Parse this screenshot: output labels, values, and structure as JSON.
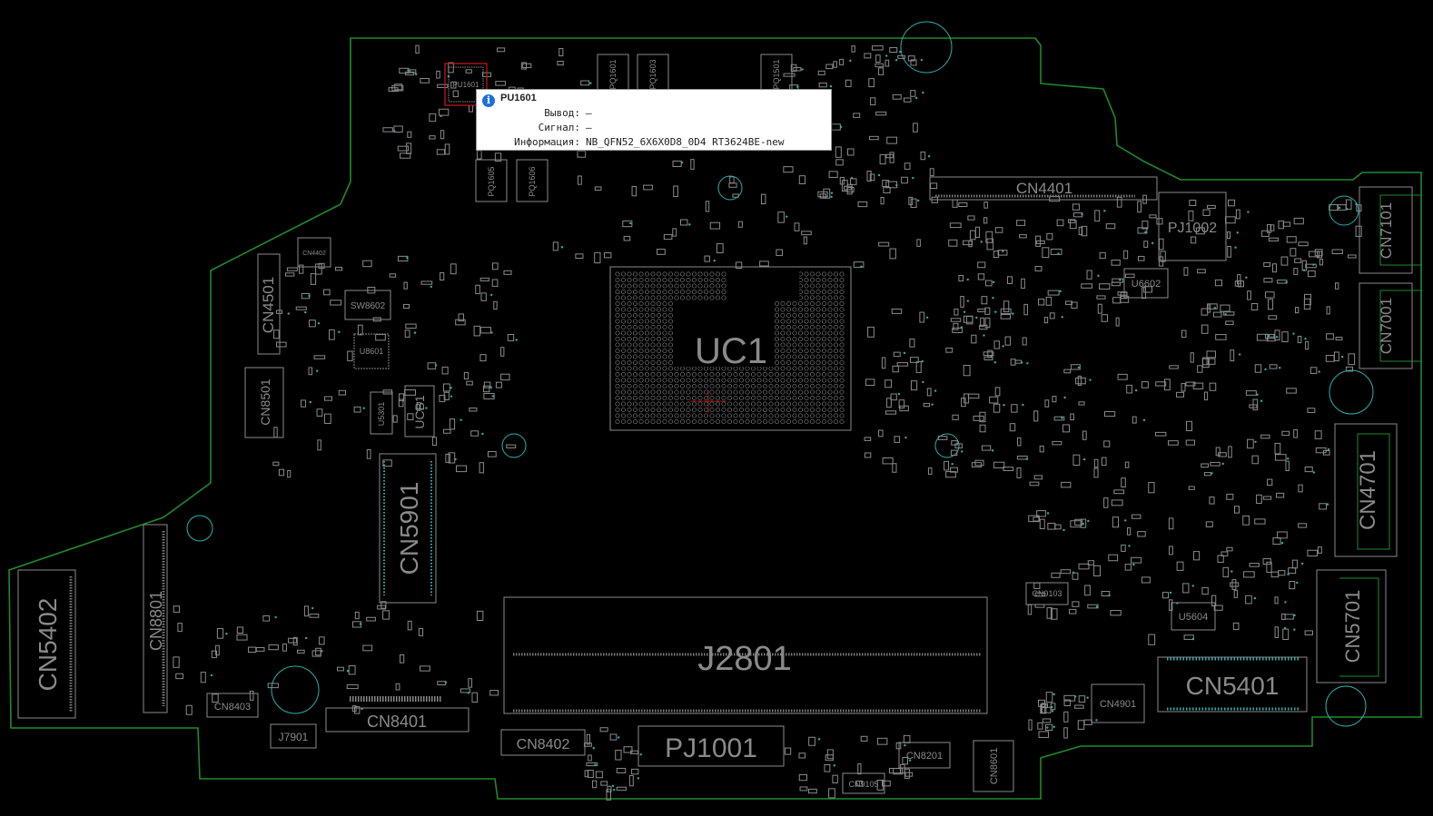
{
  "tooltip": {
    "title": "PU1601",
    "rows": [
      {
        "key": "Вывод:",
        "value": "—"
      },
      {
        "key": "Сигнал:",
        "value": "—"
      },
      {
        "key": "Информация:",
        "value": "NB_QFN52_6X6X0D8_0D4 RT3624BE-new"
      }
    ]
  },
  "colors": {
    "background": "#000000",
    "board_outline": "#1f8a2c",
    "component": "#8a8a8a",
    "via": "#2bb0b0",
    "highlight": "#d01818"
  },
  "components": {
    "uc1": "UC1",
    "j2801": "J2801",
    "pj1001": "PJ1001",
    "pj1002": "PJ1002",
    "cn5402": "CN5402",
    "cn8801": "CN8801",
    "cn5901": "CN5901",
    "cn4501": "CN4501",
    "cn8501": "CN8501",
    "cn4401": "CN4401",
    "cn7101": "CN7101",
    "cn7001": "CN7001",
    "cn4701": "CN4701",
    "cn5701": "CN5701",
    "cn5401": "CN5401",
    "cn8401": "CN8401",
    "cn8402": "CN8402",
    "cn8403": "CN8403",
    "j7901": "J7901",
    "cn4901": "CN4901",
    "cn8201": "CN8201",
    "cn8601": "CN8601",
    "cn9105": "CN9105",
    "cn9103": "CN9103",
    "sw8602": "SW8602",
    "u8601": "U8601",
    "cn4402": "CN4402",
    "u5301": "U5301",
    "ucb1": "UCB1",
    "u6602": "U6602",
    "u5604": "U5604",
    "pu1601": "PU1601",
    "pq1605": "PQ1605",
    "pq1606": "PQ1606",
    "pq1601": "PQ1601",
    "pq1603": "PQ1603",
    "pq1501": "PQ1501"
  }
}
